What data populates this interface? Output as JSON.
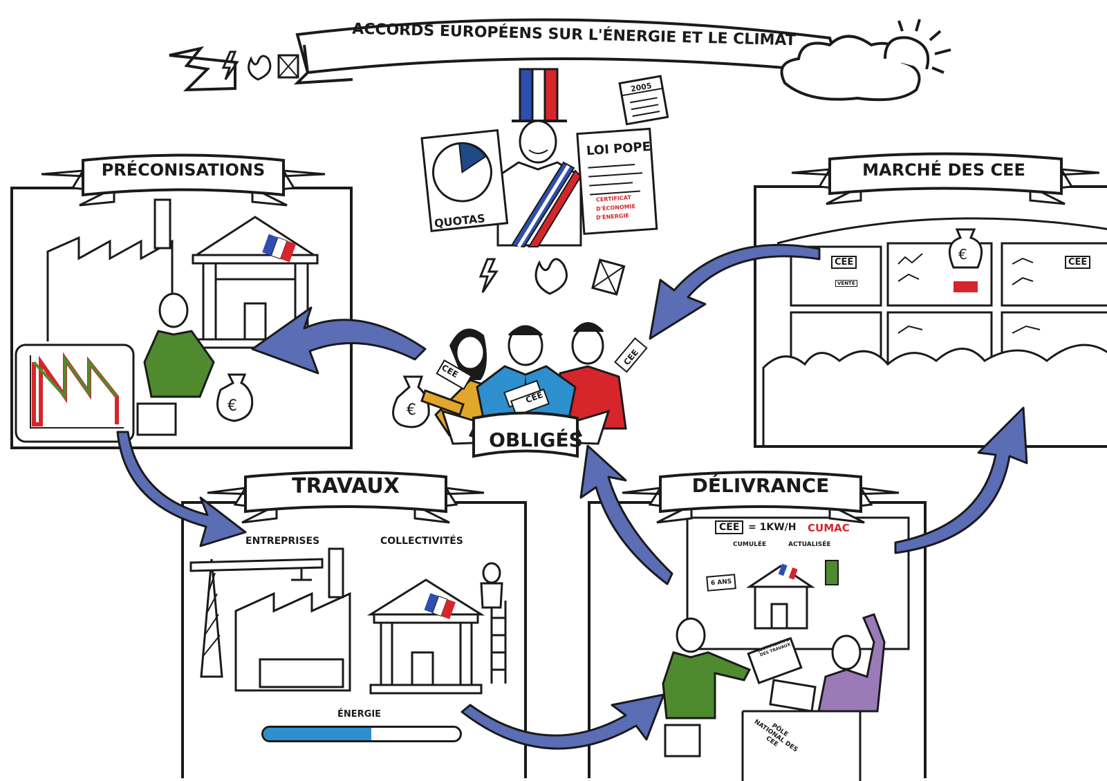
{
  "title": "ACCORDS EUROPÉENS SUR L'ÉNERGIE ET LE CLIMAT",
  "center": {
    "quotas": "QUOTAS",
    "law_title": "LOI POPE",
    "law_lines": [
      "CERTIFICAT",
      "D'ÉCONOMIE",
      "D'ÉNERGIE"
    ],
    "calendar_year": "2005",
    "obliges": "OBLIGÉS",
    "cee_tag": "CEE"
  },
  "panels": {
    "preconisations": {
      "title": "PRÉCONISATIONS"
    },
    "marche": {
      "title": "MARCHÉ DES CEE",
      "screen_labels": [
        "CEE",
        "CEE"
      ],
      "vente": "VENTE"
    },
    "travaux": {
      "title": "TRAVAUX",
      "entreprises": "ENTREPRISES",
      "collectivites": "COLLECTIVITÉS",
      "energie": "ÉNERGIE",
      "energy_level": 0.55
    },
    "delivrance": {
      "title": "DÉLIVRANCE",
      "cee": "CEE",
      "formula": "= 1KW/H",
      "cumac": "CUMAC",
      "cumulee": "CUMULÉE",
      "actualisee": "ACTUALISÉE",
      "ans": "6 ANS",
      "justif": "JUSTIFICATIFS DES TRAVAUX",
      "desk": "PÔLE NATIONAL DES CEE"
    }
  },
  "colors": {
    "arrow": "#5a6db5",
    "red": "#d6262b",
    "blue": "#2e8fce",
    "green": "#4f8a2f",
    "purple": "#9a7bb7",
    "yellow": "#e2a62a",
    "line": "#1a1a1a"
  }
}
